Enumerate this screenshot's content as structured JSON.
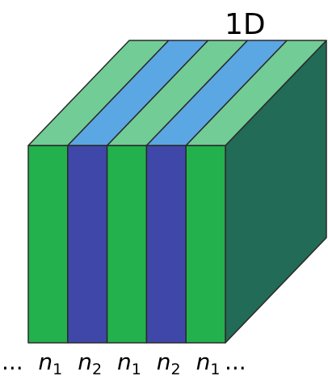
{
  "title": "1D",
  "ellipsis_left": "...",
  "ellipsis_right": "...",
  "layers": [
    {
      "index_symbol": "n",
      "subscript": "1",
      "material": "n1"
    },
    {
      "index_symbol": "n",
      "subscript": "2",
      "material": "n2"
    },
    {
      "index_symbol": "n",
      "subscript": "1",
      "material": "n1"
    },
    {
      "index_symbol": "n",
      "subscript": "2",
      "material": "n2"
    },
    {
      "index_symbol": "n",
      "subscript": "1",
      "material": "n1"
    }
  ],
  "colors": {
    "n1_front": "#22b14c",
    "n2_front": "#3f48a8",
    "n1_top": "#72cc96",
    "n2_top": "#5aa7e3",
    "side": "#216b57",
    "outline": "#2a2a2a"
  }
}
